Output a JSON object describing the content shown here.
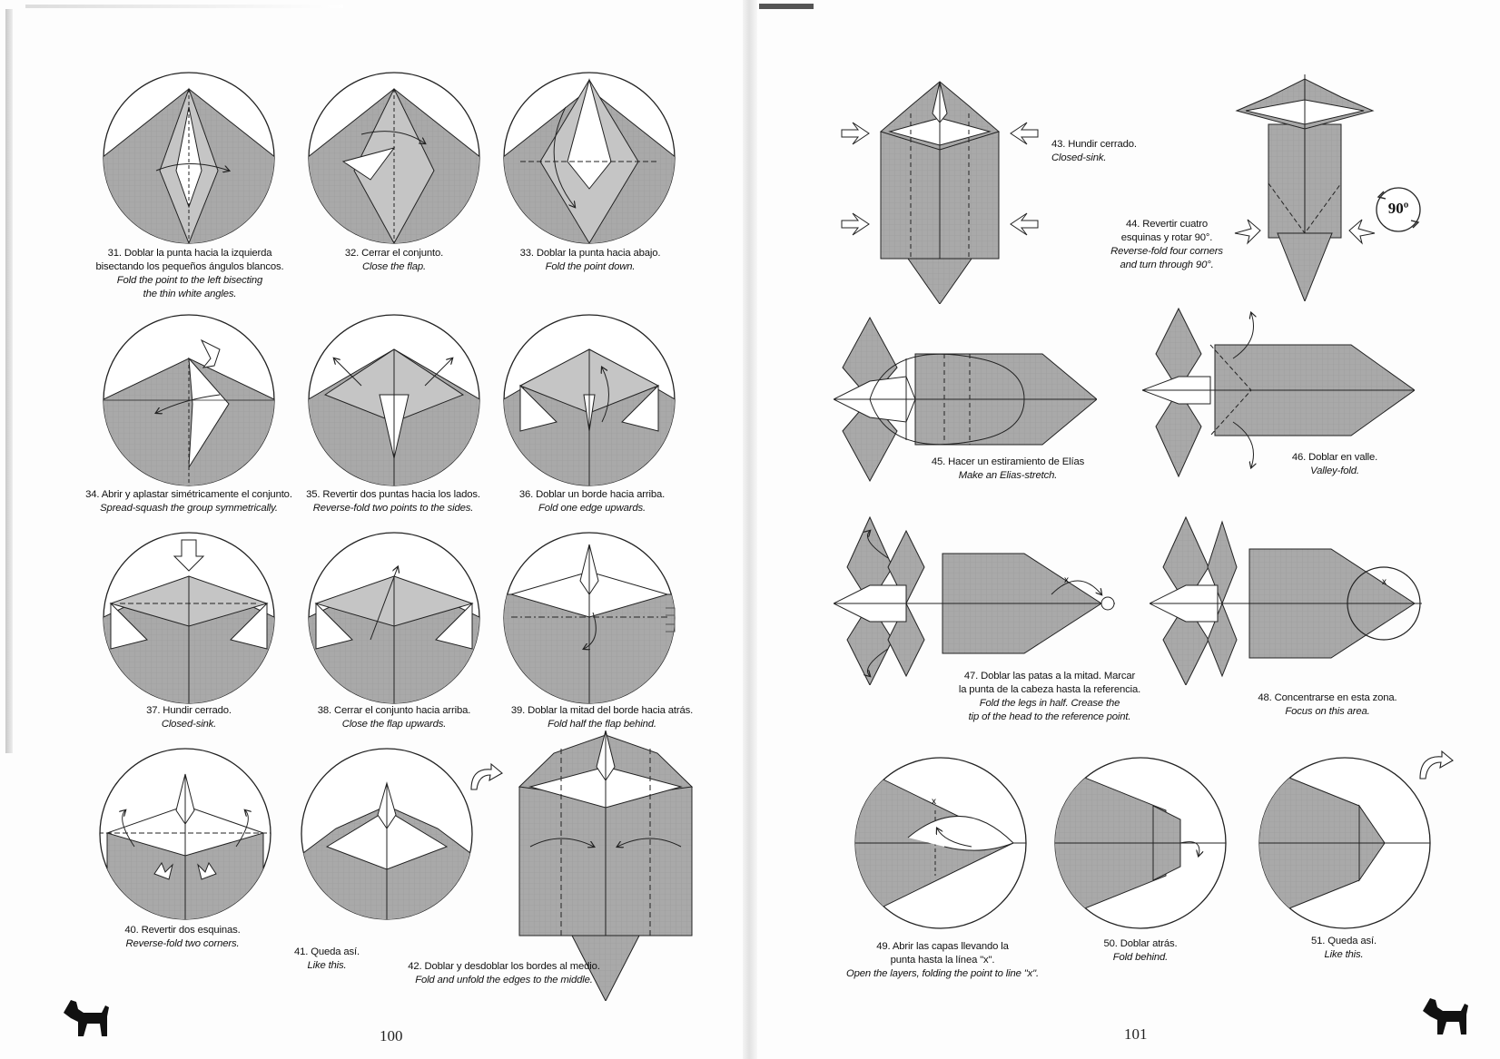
{
  "pages": {
    "left": {
      "number": "100"
    },
    "right": {
      "number": "101"
    }
  },
  "steps": [
    {
      "n": "31",
      "es": "31. Doblar la punta hacia la izquierda",
      "es2": "bisectando los pequeños ángulos blancos.",
      "en": "Fold the point to the left bisecting",
      "en2": "the thin white angles."
    },
    {
      "n": "32",
      "es": "32. Cerrar el conjunto.",
      "en": "Close the flap."
    },
    {
      "n": "33",
      "es": "33. Doblar la punta hacia abajo.",
      "en": "Fold the point down."
    },
    {
      "n": "34",
      "es": "34. Abrir y aplastar simétricamente el conjunto.",
      "en": "Spread-squash the group symmetrically."
    },
    {
      "n": "35",
      "es": "35. Revertir dos puntas hacia los lados.",
      "en": "Reverse-fold two points to the sides."
    },
    {
      "n": "36",
      "es": "36. Doblar un borde hacia arriba.",
      "en": "Fold one edge upwards."
    },
    {
      "n": "37",
      "es": "37. Hundir cerrado.",
      "en": "Closed-sink."
    },
    {
      "n": "38",
      "es": "38. Cerrar el conjunto hacia arriba.",
      "en": "Close the flap upwards."
    },
    {
      "n": "39",
      "es": "39. Doblar la mitad del borde hacia atrás.",
      "en": "Fold half the flap behind."
    },
    {
      "n": "40",
      "es": "40. Revertir dos esquinas.",
      "en": "Reverse-fold two corners."
    },
    {
      "n": "41",
      "es": "41. Queda así.",
      "en": "Like this."
    },
    {
      "n": "42",
      "es": "42. Doblar y desdoblar los bordes al medio.",
      "en": "Fold and unfold the edges to the middle."
    },
    {
      "n": "43",
      "es": "43. Hundir cerrado.",
      "en": "Closed-sink."
    },
    {
      "n": "44",
      "es": "44. Revertir cuatro",
      "es2": "esquinas y rotar 90°.",
      "en": "Reverse-fold four corners",
      "en2": "and turn through 90°."
    },
    {
      "n": "45",
      "es": "45. Hacer un estiramiento de Elías",
      "en": "Make an Elias-stretch."
    },
    {
      "n": "46",
      "es": "46. Doblar en valle.",
      "en": "Valley-fold."
    },
    {
      "n": "47",
      "es": "47. Doblar las patas a la mitad. Marcar",
      "es2": "la punta de la cabeza hasta la referencia.",
      "en": "Fold the legs in half. Crease the",
      "en2": "tip of the head to the reference point."
    },
    {
      "n": "48",
      "es": "48. Concentrarse en esta zona.",
      "en": "Focus on this area."
    },
    {
      "n": "49",
      "es": "49. Abrir las capas llevando la",
      "es2": "punta hasta la línea \"x\".",
      "en": "Open the layers, folding the point to line \"x\"."
    },
    {
      "n": "50",
      "es": "50. Doblar atrás.",
      "en": "Fold behind."
    },
    {
      "n": "51",
      "es": "51. Queda así.",
      "en": "Like this."
    }
  ],
  "labels": {
    "rotate": "90º",
    "mark_x": "x"
  },
  "colors": {
    "paper_gray": "#a9a9a9",
    "paper_white": "#ffffff",
    "line": "#222222"
  },
  "icons": [
    "dog-silhouette-icon",
    "rotate-90-icon",
    "push-arrow-icon",
    "turn-over-arrow-icon"
  ]
}
